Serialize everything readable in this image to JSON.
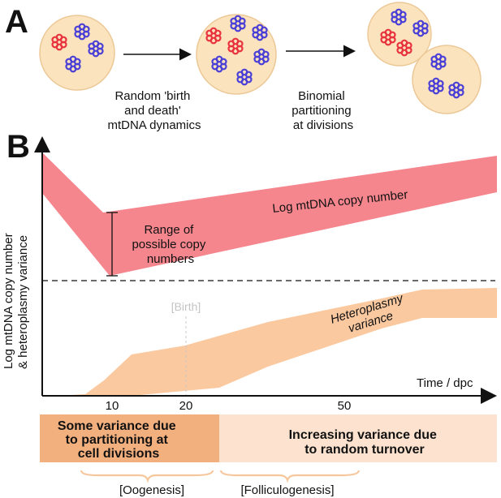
{
  "panel_a": {
    "letter": "A",
    "step1": [
      "Random 'birth",
      "and death'",
      "mtDNA dynamics"
    ],
    "step2": [
      "Binomial",
      "partitioning",
      "at divisions"
    ]
  },
  "panel_b": {
    "letter": "B",
    "y_axis_label": [
      "Log mtDNA copy number",
      "& heteroplasmy variance"
    ],
    "x_axis_label": "Time / dpc",
    "ticks": [
      "10",
      "20",
      "50"
    ],
    "copy_number_label": "Log mtDNA copy number",
    "range_label": [
      "Range of",
      "possible copy",
      "numbers"
    ],
    "heteroplasmy_label": [
      "Heteroplasmy",
      "variance"
    ],
    "birth_label": "[Birth]",
    "box_left": [
      "Some variance due",
      "to partitioning at",
      "cell divisions"
    ],
    "box_right": [
      "Increasing variance due",
      "to random turnover"
    ],
    "bracket_left": "[Oogenesis]",
    "bracket_right": "[Folliculogenesis]"
  },
  "colors": {
    "cell_fill": "#fbe3bd",
    "cell_stroke": "#e9c89a",
    "red_mtdna": "#e8333f",
    "blue_mtdna": "#4a3fd6",
    "copy_number_band": "#f6868e",
    "heteroplasmy_band": "#fbc9a0",
    "box_left": "#f3b07f",
    "box_right": "#fde3cf"
  }
}
